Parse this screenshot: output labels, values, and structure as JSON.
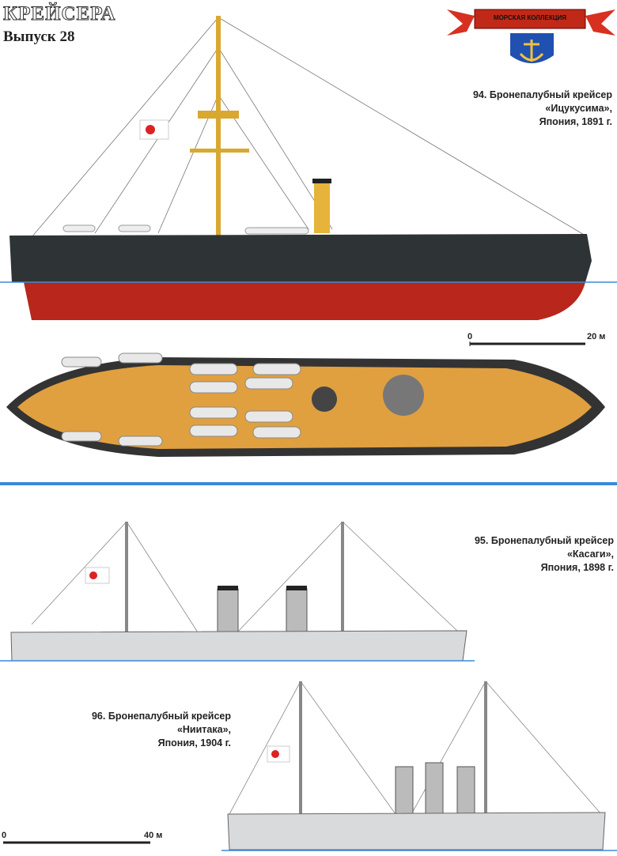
{
  "header": {
    "series": "КРЕЙСЕРА",
    "issue": "Выпуск 28"
  },
  "logo": {
    "text": "МОРСКАЯ КОЛЛЕКЦИЯ",
    "icon": "anchor-icon"
  },
  "ships": [
    {
      "line1": "94. Бронепалубный крейсер",
      "line2": "«Ицукусима»,",
      "line3": "Япония, 1891 г."
    },
    {
      "line1": "95. Бронепалубный крейсер",
      "line2": "«Касаги»,",
      "line3": "Япония, 1898 г."
    },
    {
      "line1": "96. Бронепалубный крейсер",
      "line2": "«Ниитака»,",
      "line3": "Япония, 1904 г."
    }
  ],
  "scales": [
    {
      "start": "0",
      "end": "20 м"
    },
    {
      "start": "0",
      "end": "40 м"
    }
  ],
  "colors": {
    "hull_dark": "#2e3436",
    "hull_red": "#b8261c",
    "deck": "#e0a040",
    "waterline": "#3a8ad8",
    "light_hull": "#d8dadc"
  }
}
